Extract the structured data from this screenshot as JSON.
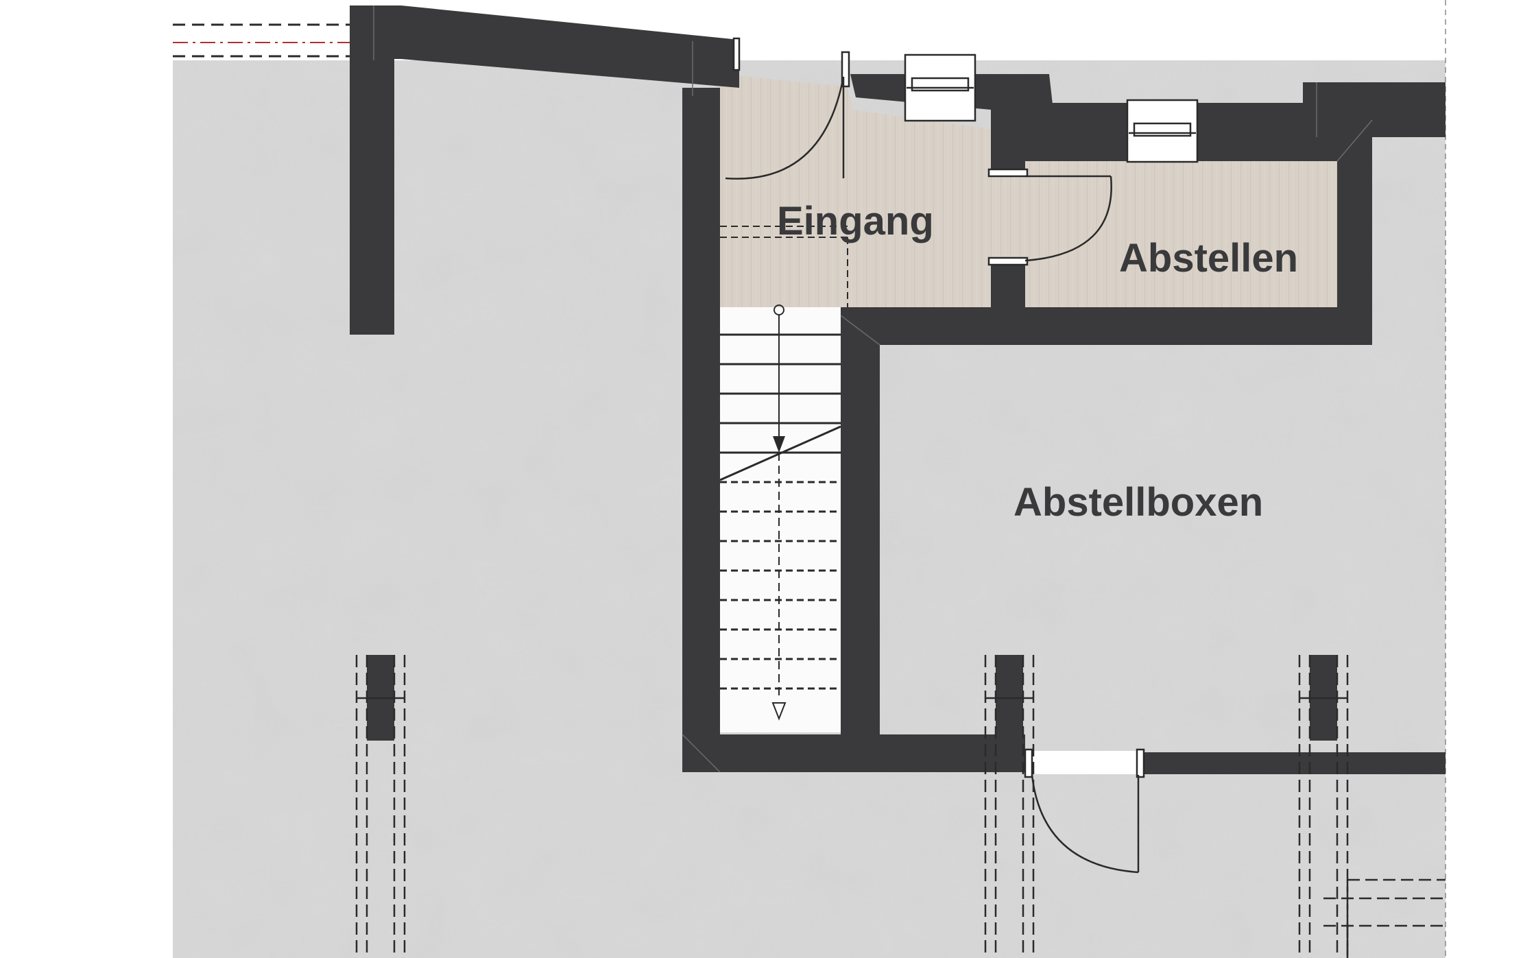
{
  "rooms": {
    "entrance": "Eingang",
    "storage": "Abstellen",
    "storage_boxes": "Abstellboxen"
  },
  "colors": {
    "wall": "#3a3a3c",
    "floor_concrete": "#d3d3d3",
    "floor_wood": "#d8d0c6",
    "stair": "#ffffff",
    "axis_line": "#b03030"
  }
}
